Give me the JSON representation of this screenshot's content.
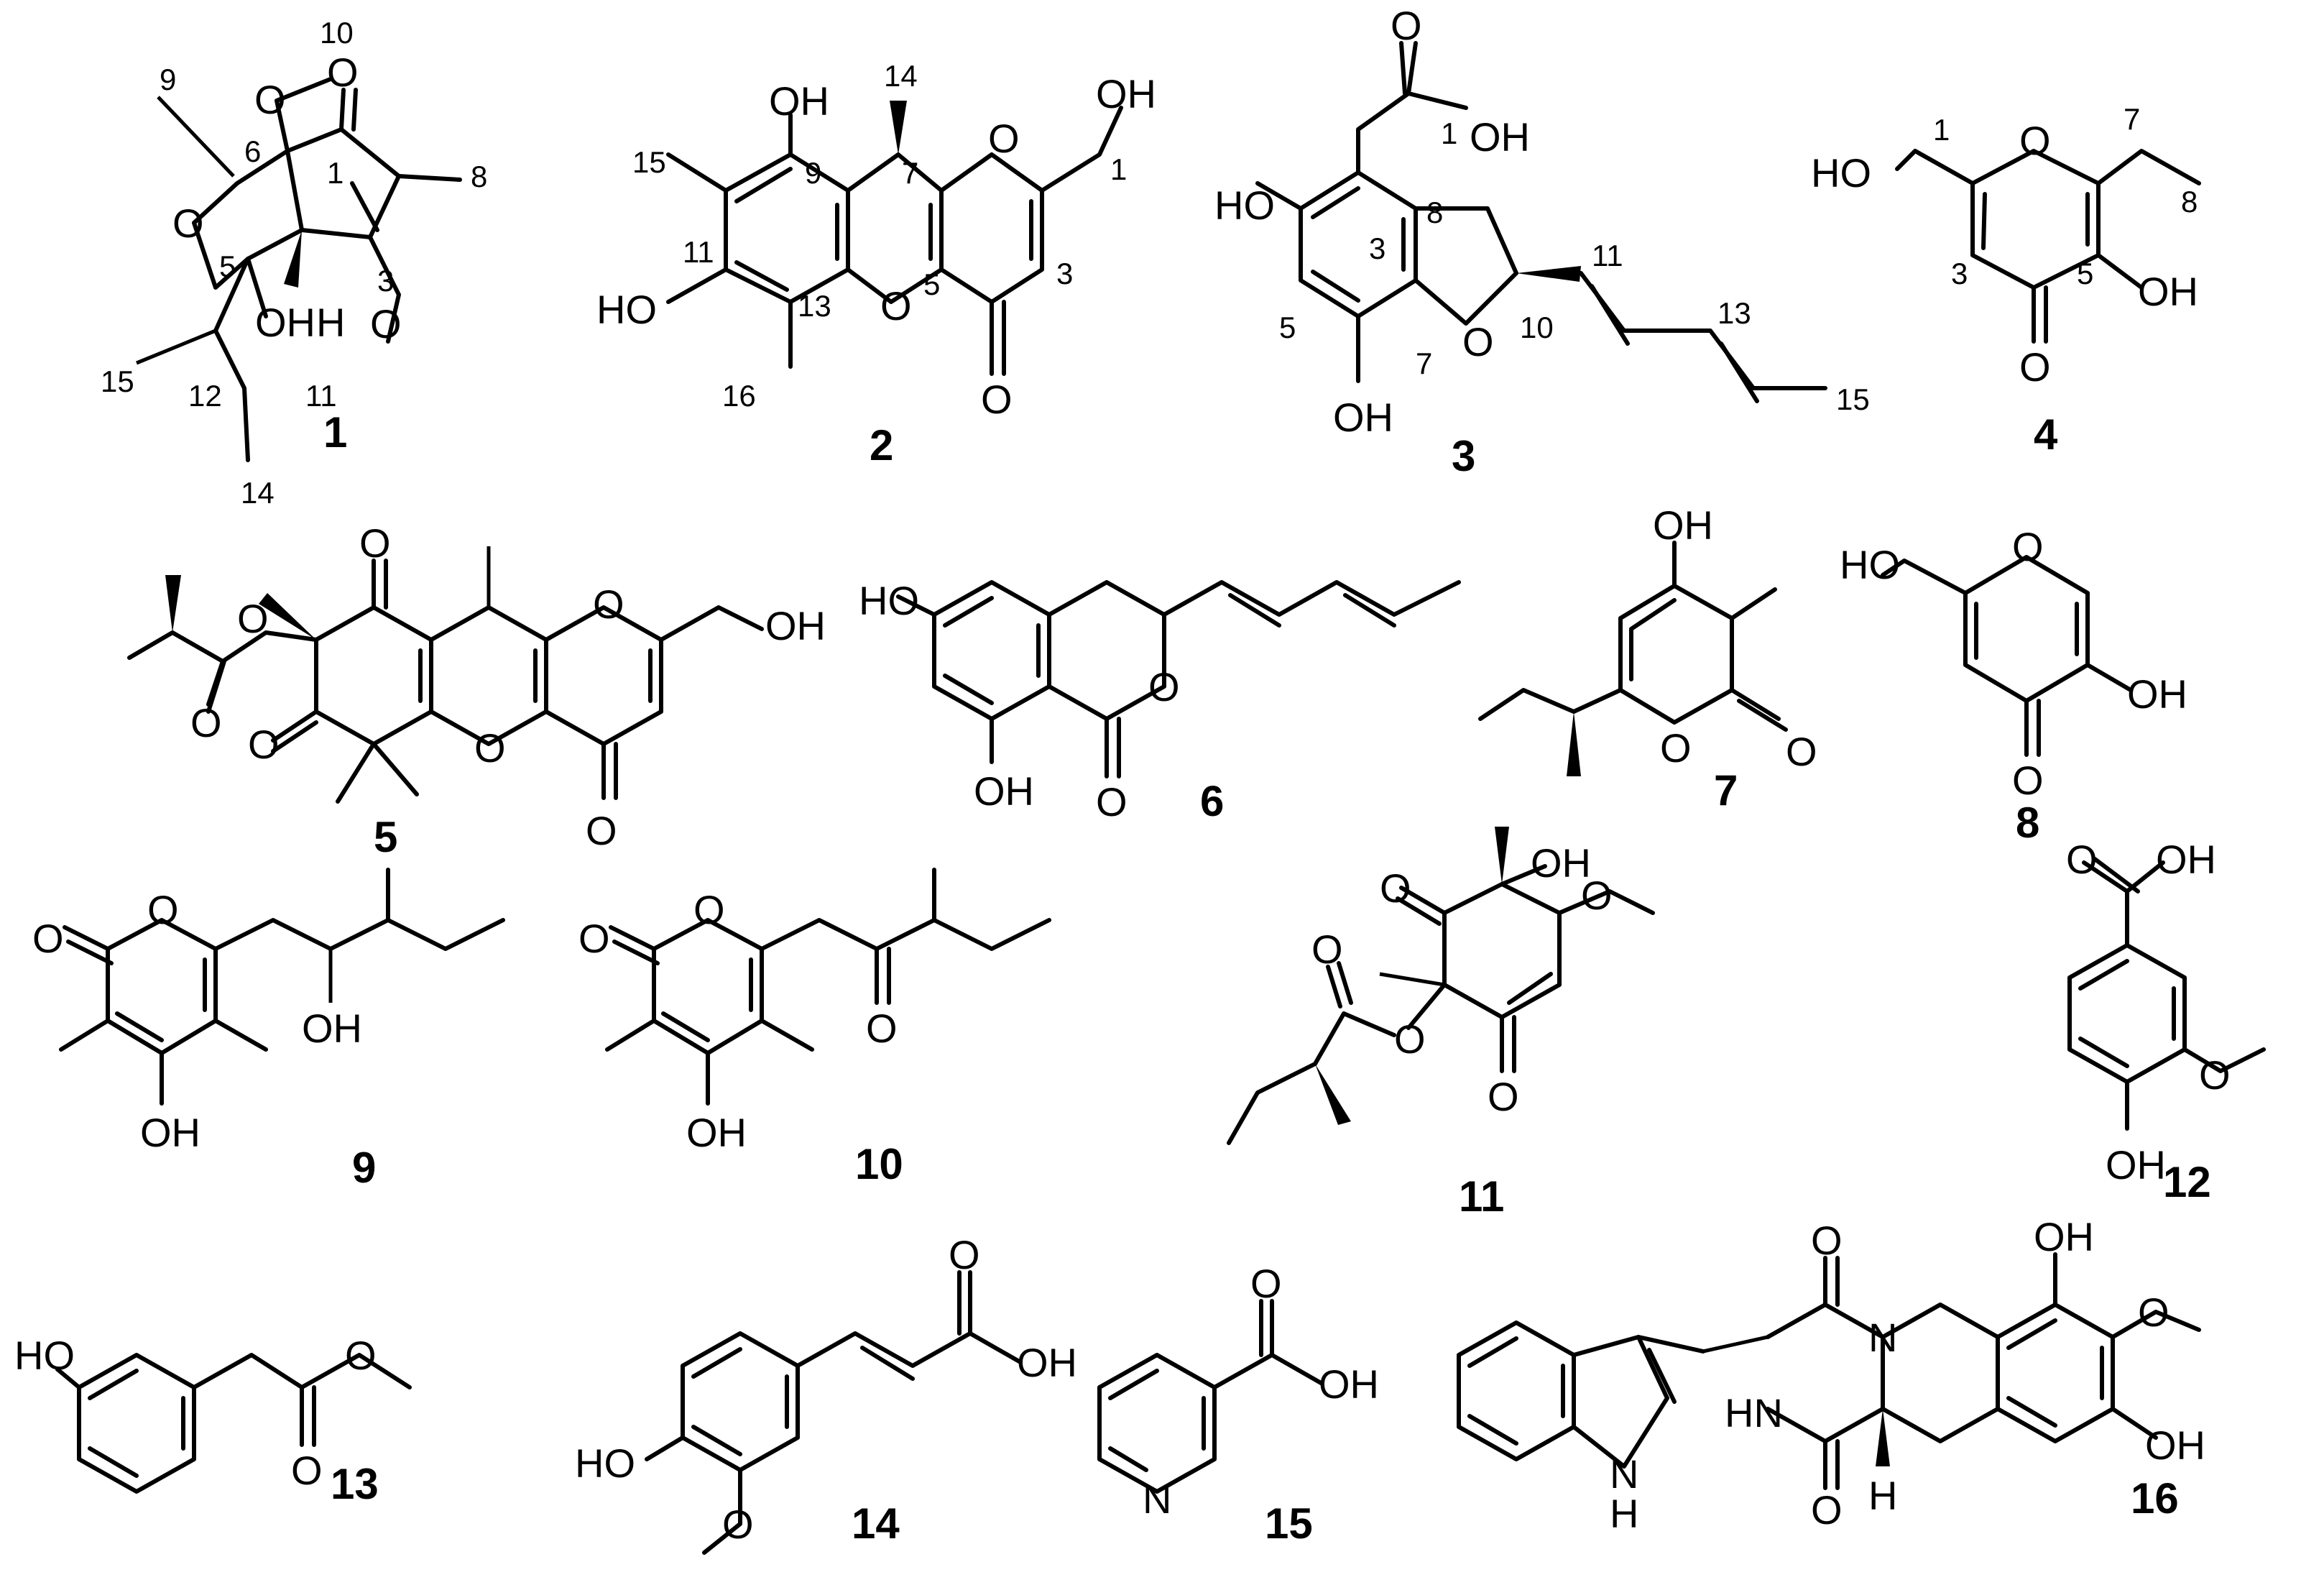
{
  "figure": {
    "compounds": [
      {
        "id": "1",
        "labels": [
          "10",
          "9",
          "1",
          "6",
          "8",
          "3",
          "5",
          "15",
          "12",
          "11",
          "14"
        ],
        "atoms": [
          "O",
          "O",
          "O",
          "OH",
          "H",
          "O"
        ]
      },
      {
        "id": "2",
        "labels": [
          "14",
          "15",
          "9",
          "7",
          "1",
          "11",
          "13",
          "5",
          "3",
          "16"
        ],
        "atoms": [
          "OH",
          "OH",
          "HO",
          "O",
          "O",
          "O"
        ]
      },
      {
        "id": "3",
        "labels": [
          "1",
          "3",
          "8",
          "11",
          "13",
          "5",
          "10",
          "7",
          "15"
        ],
        "atoms": [
          "O",
          "OH",
          "HO",
          "O",
          "OH"
        ]
      },
      {
        "id": "4",
        "labels": [
          "1",
          "7",
          "8",
          "3",
          "5"
        ],
        "atoms": [
          "HO",
          "O",
          "O",
          "OH"
        ]
      },
      {
        "id": "5",
        "labels": [],
        "atoms": [
          "O",
          "O",
          "O",
          "O",
          "OH",
          "O",
          "O",
          "O"
        ]
      },
      {
        "id": "6",
        "labels": [],
        "atoms": [
          "HO",
          "O",
          "OH",
          "O"
        ]
      },
      {
        "id": "7",
        "labels": [],
        "atoms": [
          "OH",
          "O",
          "O"
        ]
      },
      {
        "id": "8",
        "labels": [],
        "atoms": [
          "HO",
          "O",
          "OH",
          "O"
        ]
      },
      {
        "id": "9",
        "labels": [],
        "atoms": [
          "O",
          "O",
          "OH",
          "OH"
        ]
      },
      {
        "id": "10",
        "labels": [],
        "atoms": [
          "O",
          "O",
          "O",
          "OH"
        ]
      },
      {
        "id": "11",
        "labels": [],
        "atoms": [
          "O",
          "OH",
          "O",
          "O",
          "O",
          "O"
        ]
      },
      {
        "id": "12",
        "labels": [],
        "atoms": [
          "O",
          "OH",
          "O",
          "OH"
        ]
      },
      {
        "id": "13",
        "labels": [],
        "atoms": [
          "HO",
          "O",
          "O"
        ]
      },
      {
        "id": "14",
        "labels": [],
        "atoms": [
          "O",
          "OH",
          "HO",
          "O"
        ]
      },
      {
        "id": "15",
        "labels": [],
        "atoms": [
          "O",
          "OH",
          "N"
        ]
      },
      {
        "id": "16",
        "labels": [],
        "atoms": [
          "O",
          "OH",
          "N",
          "O",
          "HN",
          "OH",
          "N",
          "H",
          "H",
          "O"
        ]
      }
    ]
  }
}
